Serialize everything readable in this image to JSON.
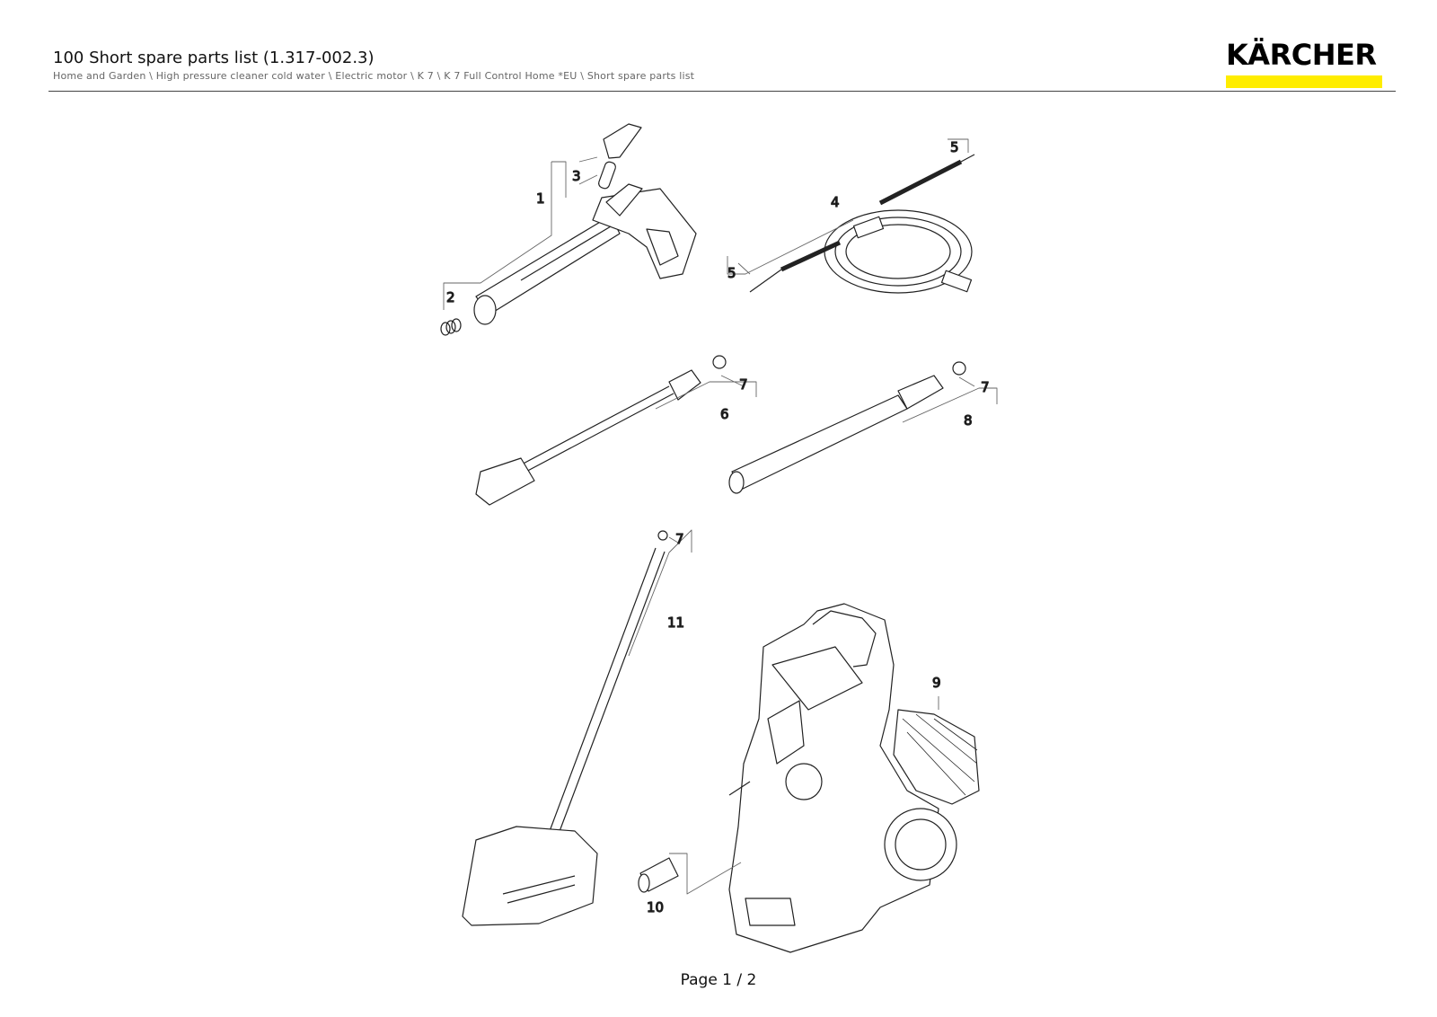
{
  "header": {
    "title": "100 Short spare parts list (1.317-002.3)",
    "breadcrumb": "Home and Garden \\ High pressure cleaner cold water \\ Electric motor \\ K 7 \\ K 7 Full Control Home *EU \\ Short spare parts list"
  },
  "brand": {
    "logo_text": "KÄRCHER",
    "accent_color": "#ffed00"
  },
  "callouts": {
    "c1": "1",
    "c2": "2",
    "c3": "3",
    "c4": "4",
    "c5a": "5",
    "c5b": "5",
    "c6": "6",
    "c7a": "7",
    "c7b": "7",
    "c7c": "7",
    "c8": "8",
    "c9": "9",
    "c10": "10",
    "c11": "11"
  },
  "footer": {
    "page": "Page 1 / 2"
  }
}
